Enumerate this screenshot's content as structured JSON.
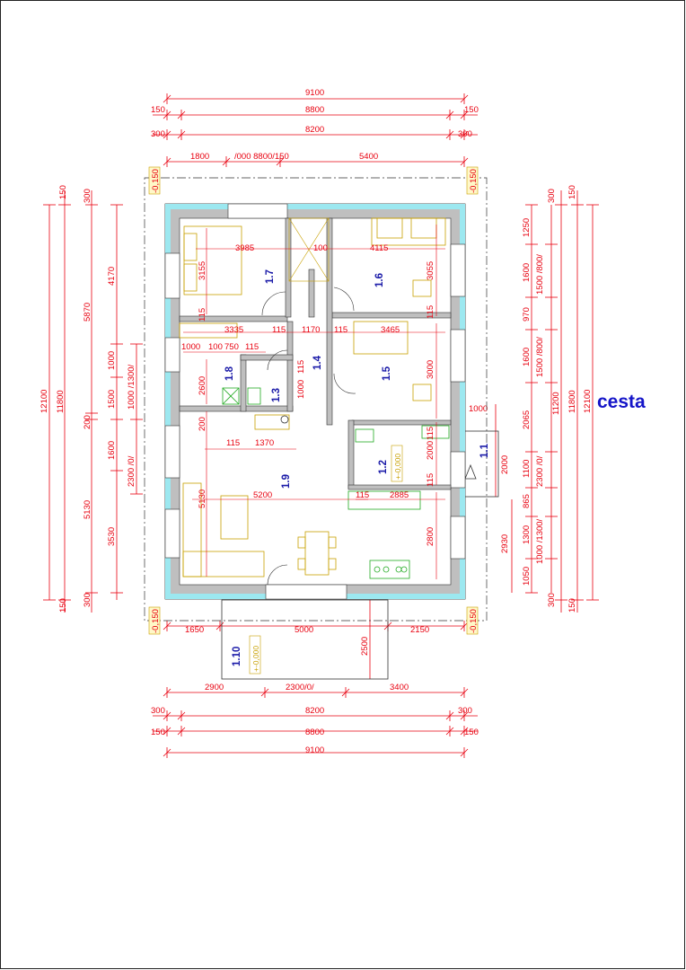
{
  "colors": {
    "dimension": "#e8000f",
    "wall": "#9ce8f0",
    "room_label": "#1a1aa8",
    "furniture": "#c8a000",
    "kitchen": "#22aa22",
    "road_label": "#1515c8"
  },
  "top_dims": {
    "overall": "9100",
    "row2": [
      "150",
      "8800",
      "150"
    ],
    "row3": [
      "300",
      "8200",
      "300"
    ],
    "row4": [
      "1800",
      "/000 8800/150",
      "5400"
    ]
  },
  "bottom_dims": {
    "row1": [
      "1650",
      "5000",
      "2150"
    ],
    "row2": [
      "2900",
      "2300/0/",
      "3400"
    ],
    "row3": [
      "300",
      "8200",
      "300"
    ],
    "row4": [
      "150",
      "8800",
      "150"
    ],
    "overall": "9100",
    "entry": "2500"
  },
  "left_dims": {
    "outer": [
      "150",
      "11800",
      "12100",
      "150"
    ],
    "col3": [
      "300",
      "5870",
      "200",
      "5130",
      "300"
    ],
    "col4": [
      "4170",
      "1000",
      "1500",
      "1600",
      "3530"
    ],
    "col5": [
      "1000 /1300/",
      "2300 /0/"
    ]
  },
  "right_dims": {
    "outer": [
      "150",
      "11800",
      "12100",
      "150"
    ],
    "col3": [
      "300",
      "11200",
      "300"
    ],
    "col4": [
      "1250",
      "1600",
      "970",
      "1600",
      "2065",
      "1100",
      "865",
      "1300",
      "1050"
    ],
    "col5": [
      "1500 /800/",
      "1500 /800/",
      "2300 /0/",
      "1000 /1300/"
    ],
    "col2": [
      "2000",
      "2930"
    ],
    "side": "1000"
  },
  "corner_levels": [
    "-0,150",
    "-0,150",
    "-0,150",
    "-0,150"
  ],
  "rooms": [
    {
      "id": "1.7"
    },
    {
      "id": "1.6"
    },
    {
      "id": "1.8"
    },
    {
      "id": "1.3"
    },
    {
      "id": "1.4"
    },
    {
      "id": "1.5"
    },
    {
      "id": "1.2"
    },
    {
      "id": "1.9"
    },
    {
      "id": "1.1"
    },
    {
      "id": "1.10"
    }
  ],
  "inner_dims": {
    "r17_w": "3985",
    "r17_h": "3155",
    "hall_gap": "100",
    "r16_w": "4115",
    "r16_h": "3055",
    "corr_w": "3335",
    "corr_115a": "115",
    "corr_1170": "1170",
    "corr_115b": "115",
    "r15_w": "3465",
    "r15_h": "3000",
    "r15_115": "115",
    "r18_1000": "1000",
    "r18_100": "100",
    "r18_750": "750",
    "r18_115": "115",
    "r18_h": "2600",
    "r13_115": "115",
    "r13_1000": "1000",
    "r17_115": "115",
    "r19_200": "200",
    "r19_115": "115",
    "r19_1370": "1370",
    "r19_w": "5200",
    "r19_h": "5130",
    "r12_h": "2000",
    "r12_115a": "115",
    "r12_115b": "115",
    "kit_115": "115",
    "kit_w": "2885",
    "kit_h": "2800"
  },
  "levels": {
    "r12": "+-0,000",
    "r110": "+-0,000"
  },
  "road_label": "cesta"
}
